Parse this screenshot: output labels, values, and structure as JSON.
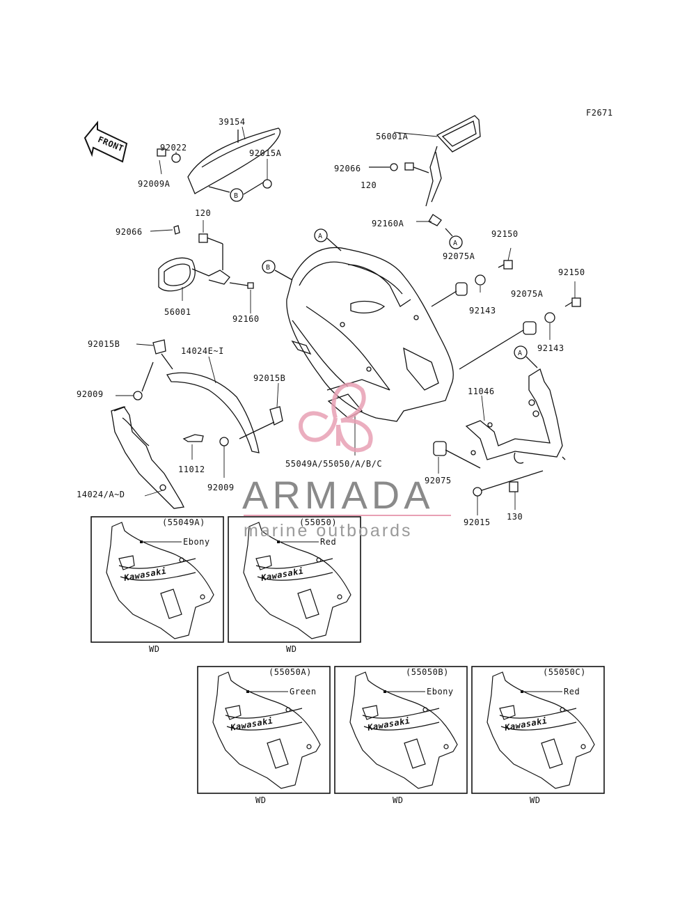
{
  "figure_code": "F2671",
  "front_label": "FRONT",
  "watermark": {
    "brand": "ARMADA",
    "tagline": "marine outboards",
    "color": "#e8a0b4"
  },
  "parts": {
    "p39154": "39154",
    "p92022": "92022",
    "p92015A": "92015A",
    "p92009A": "92009A",
    "p92066_top": "92066",
    "p120_top": "120",
    "p56001A": "56001A",
    "p92160A": "92160A",
    "p92066_left": "92066",
    "p120_left": "120",
    "p56001": "56001",
    "p92160": "92160",
    "p92075A_1": "92075A",
    "p92143_1": "92143",
    "p92150_1": "92150",
    "p92150_2": "92150",
    "p92075A_2": "92075A",
    "p92143_2": "92143",
    "p92015B_1": "92015B",
    "p14024E": "14024E~I",
    "p92009_1": "92009",
    "p92015B_2": "92015B",
    "p11012": "11012",
    "p92009_2": "92009",
    "p14024": "14024/A~D",
    "p55049A": "55049A/55050/A/B/C",
    "p11046": "11046",
    "p92075": "92075",
    "p92015": "92015",
    "p130": "130"
  },
  "callouts": {
    "A": "A",
    "B": "B"
  },
  "variants": [
    {
      "code": "(55049A)",
      "color": "Ebony",
      "market": "WD",
      "logo": "Kawasaki"
    },
    {
      "code": "(55050)",
      "color": "Red",
      "market": "WD",
      "logo": "Kawasaki"
    },
    {
      "code": "(55050A)",
      "color": "Green",
      "market": "WD",
      "logo": "Kawasaki"
    },
    {
      "code": "(55050B)",
      "color": "Ebony",
      "market": "WD",
      "logo": "Kawasaki"
    },
    {
      "code": "(55050C)",
      "color": "Red",
      "market": "WD",
      "logo": "Kawasaki"
    }
  ]
}
